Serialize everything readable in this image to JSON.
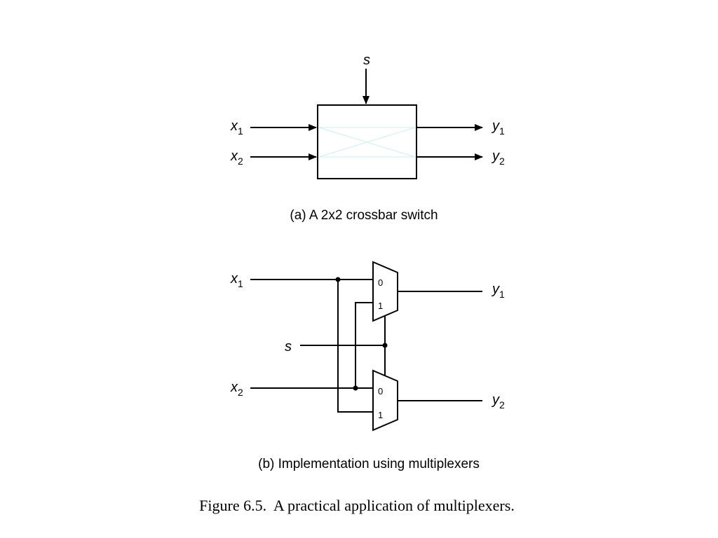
{
  "diagram_a": {
    "input_select": "s",
    "inputs": [
      {
        "var": "x",
        "sub": "1"
      },
      {
        "var": "x",
        "sub": "2"
      }
    ],
    "outputs": [
      {
        "var": "y",
        "sub": "1"
      },
      {
        "var": "y",
        "sub": "2"
      }
    ],
    "caption": "(a) A 2x2 crossbar switch"
  },
  "diagram_b": {
    "inputs": [
      {
        "var": "x",
        "sub": "1"
      },
      {
        "var": "x",
        "sub": "2"
      }
    ],
    "select": "s",
    "outputs": [
      {
        "var": "y",
        "sub": "1"
      },
      {
        "var": "y",
        "sub": "2"
      }
    ],
    "mux_top_pins": [
      "0",
      "1"
    ],
    "mux_bottom_pins": [
      "0",
      "1"
    ],
    "caption": "(b) Implementation using multiplexers"
  },
  "figure_caption": "Figure 6.5.  A practical application of multiplexers.",
  "colors": {
    "line": "#000000",
    "faint_cross": "#cfeeee"
  }
}
